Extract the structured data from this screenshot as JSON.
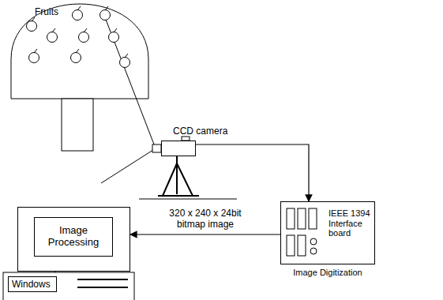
{
  "diagram": {
    "nodes": [
      {
        "text": [
          "Fruits"
        ]
      },
      {
        "text": [
          "CCD camera"
        ]
      },
      {
        "text": [
          "IEEE 1394 Interface board",
          "Image Digitization"
        ]
      },
      {
        "text": [
          "Image Processing"
        ]
      },
      {
        "text": [
          "Windows"
        ]
      }
    ],
    "edges": [
      {
        "from": 1,
        "to": 2,
        "arrow": "to"
      },
      {
        "from": 2,
        "to": 3,
        "label": "320 x 240 x 24bit bitmap image",
        "arrow": "to"
      }
    ]
  }
}
